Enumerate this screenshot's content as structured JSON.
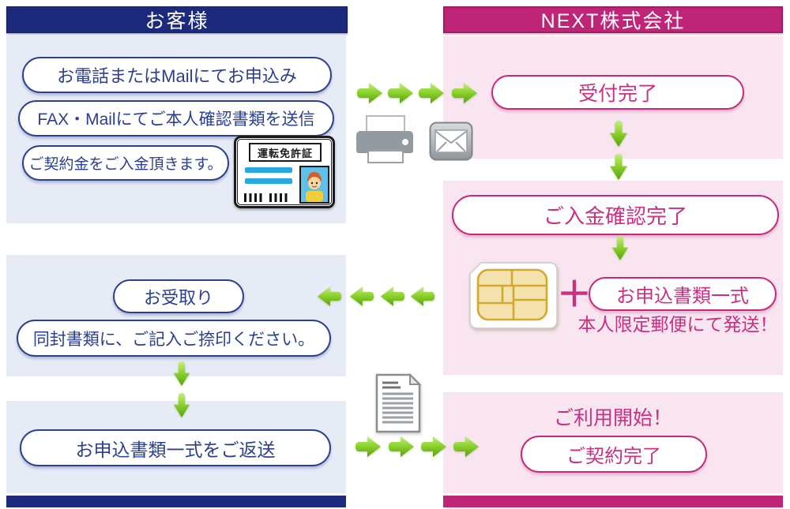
{
  "customer": {
    "title": "お客様",
    "apply_steps": [
      "お電話またはMailにてお申込み",
      "FAX・Mailにてご本人確認書類を送信",
      "ご契約金をご入金頂きます。"
    ],
    "license_title": "運転免許証",
    "receive_step": "お受取り",
    "receive_note": "同封書類に、ご記入ご捺印ください。",
    "return_step": "お申込書類一式をご返送"
  },
  "company": {
    "title": "NEXT株式会社",
    "reception_done": "受付完了",
    "payment_confirmed": "ご入金確認完了",
    "plus_sign": "＋",
    "documents_set": "お申込書類一式",
    "shipping_note": "本人限定郵便にて発送！",
    "service_start": "ご利用開始！",
    "contract_done": "ご契約完了"
  },
  "colors": {
    "customer_accent": "#1b2a7d",
    "company_accent": "#bf2577",
    "customer_panel": "#e7ebf6",
    "company_panel": "#f8e5f0",
    "arrow_green": "#7fcb26",
    "pill_blue_text": "#2b3f8e",
    "pill_pink_text": "#c93082"
  },
  "icons": {
    "printer": "printer-icon",
    "mail": "mail-icon",
    "document": "document-icon",
    "sim_chip": "sim-chip-icon",
    "drivers_license": "drivers-license-icon",
    "flow_arrow": "green-flow-arrow"
  }
}
